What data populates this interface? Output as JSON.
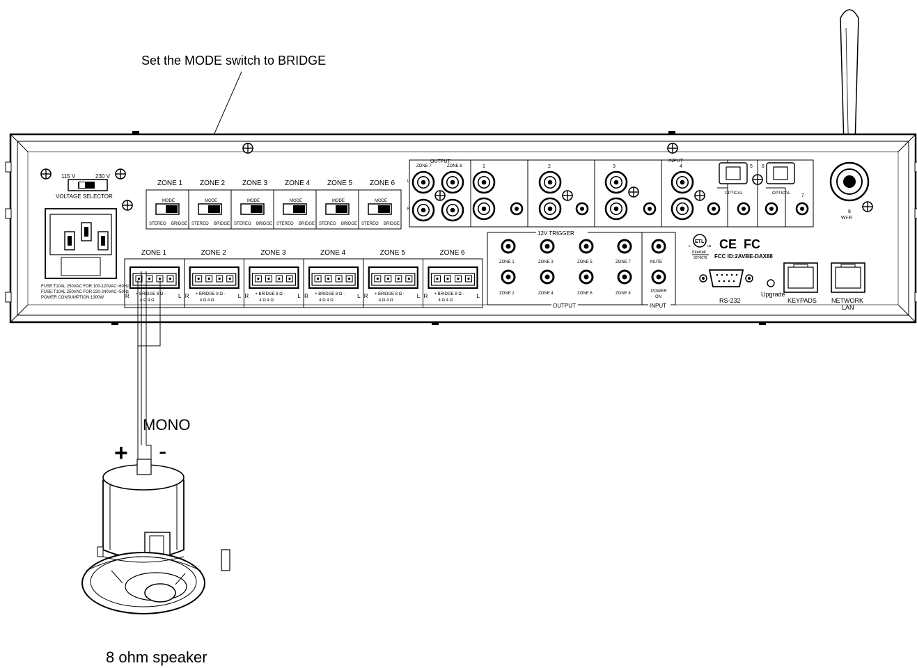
{
  "callout": "Set the MODE switch to BRIDGE",
  "voltage": {
    "low": "115 V",
    "high": "230 V",
    "label": "VOLTAGE SELECTOR"
  },
  "fuse_lines": [
    "FUSE:T10AL 250VAC FOR 100-120VAC~60Hz",
    "FUSE:T10AL 250VAC FOR 220-240VAC~50Hz",
    "POWER CONSUMPTION:1300W"
  ],
  "mode_zones": [
    {
      "zone": "ZONE 1",
      "mode": "MODE",
      "stereo": "STEREO",
      "bridge": "BRIDGE"
    },
    {
      "zone": "ZONE 2",
      "mode": "MODE",
      "stereo": "STEREO",
      "bridge": "BRIDGE"
    },
    {
      "zone": "ZONE 3",
      "mode": "MODE",
      "stereo": "STEREO",
      "bridge": "BRIDGE"
    },
    {
      "zone": "ZONE 4",
      "mode": "MODE",
      "stereo": "STEREO",
      "bridge": "BRIDGE"
    },
    {
      "zone": "ZONE 5",
      "mode": "MODE",
      "stereo": "STEREO",
      "bridge": "BRIDGE"
    },
    {
      "zone": "ZONE 6",
      "mode": "MODE",
      "stereo": "STEREO",
      "bridge": "BRIDGE"
    }
  ],
  "speaker_zones": [
    {
      "zone": "ZONE 1",
      "r": "R",
      "l": "L",
      "bridge": "+ BRIDGE 8 Ω -",
      "ohms": "4 Ω   4 Ω"
    },
    {
      "zone": "ZONE 2",
      "r": "R",
      "l": "L",
      "bridge": "+ BRIDGE 8 Ω -",
      "ohms": "4 Ω   4 Ω"
    },
    {
      "zone": "ZONE 3",
      "r": "R",
      "l": "L",
      "bridge": "+ BRIDGE 8 Ω -",
      "ohms": "4 Ω   4 Ω"
    },
    {
      "zone": "ZONE 4",
      "r": "R",
      "l": "L",
      "bridge": "+ BRIDGE 8 Ω -",
      "ohms": "4 Ω   4 Ω"
    },
    {
      "zone": "ZONE 5",
      "r": "R",
      "l": "L",
      "bridge": "+ BRIDGE 8 Ω -",
      "ohms": "4 Ω   4 Ω"
    },
    {
      "zone": "ZONE 6",
      "r": "R",
      "l": "L",
      "bridge": "+ BRIDGE 8 Ω -",
      "ohms": "4 Ω   4 Ω"
    }
  ],
  "output_group": {
    "title": "OUTPUT",
    "zone7": "ZONE 7",
    "zone8": "ZONE 8",
    "l": "L",
    "r": "R"
  },
  "input_group": {
    "title": "INPUT",
    "channels": [
      "1",
      "2",
      "3",
      "4",
      "5",
      "6",
      "7"
    ],
    "optical": "OPTICAL"
  },
  "wifi": {
    "number": "8",
    "label": "Wi-Fi"
  },
  "trigger": {
    "title": "12V TRIGGER",
    "top_row": [
      "ZONE 1",
      "ZONE 3",
      "ZONE 5",
      "ZONE 7"
    ],
    "bottom_row": [
      "ZONE 2",
      "ZONE 4",
      "ZONE 6",
      "ZONE 8"
    ],
    "output_label": "OUTPUT",
    "mute": "MUTE",
    "power_on": [
      "POWER",
      "ON"
    ],
    "input_label": "INPUT"
  },
  "certs": {
    "etl": "ETL",
    "us": "us",
    "c": "c",
    "intertek": "Intertek",
    "intertek_no": "3076079",
    "ce": "CE",
    "fc": "FC",
    "fcc_id": "FCC ID:2AVBE-DAX88"
  },
  "ports": {
    "rs232": "RS-232",
    "upgrade": "Upgrade",
    "keypads": "KEYPADS",
    "network": [
      "NETWORK",
      "LAN"
    ]
  },
  "wiring": {
    "mono": "MONO",
    "plus": "+",
    "minus": "-",
    "speaker": "8 ohm speaker"
  }
}
